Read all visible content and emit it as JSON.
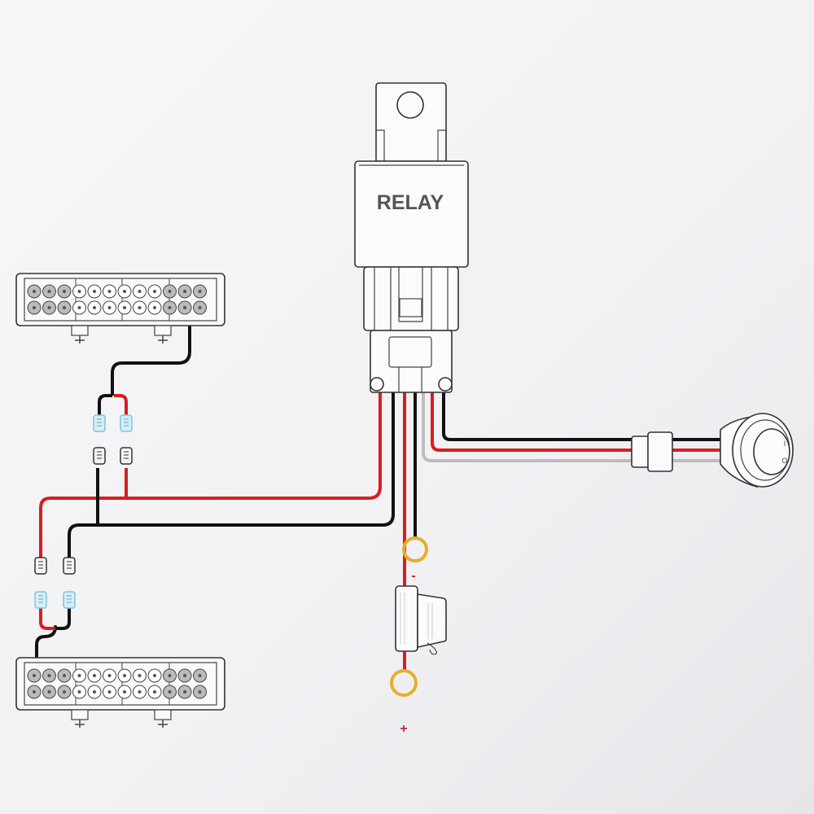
{
  "relay": {
    "label": "RELAY"
  },
  "battery": {
    "negative_label": "-",
    "positive_label": "+"
  },
  "switch": {
    "on_glyph": "I",
    "off_glyph": "O"
  },
  "colors": {
    "positive_wire": "#d81e1e",
    "negative_wire": "#111111",
    "signal_wire": "#bdbdbd",
    "ring_terminal": "#e8ad2c",
    "female_connector": "#7fc4dc",
    "relay_text": "#555555"
  }
}
